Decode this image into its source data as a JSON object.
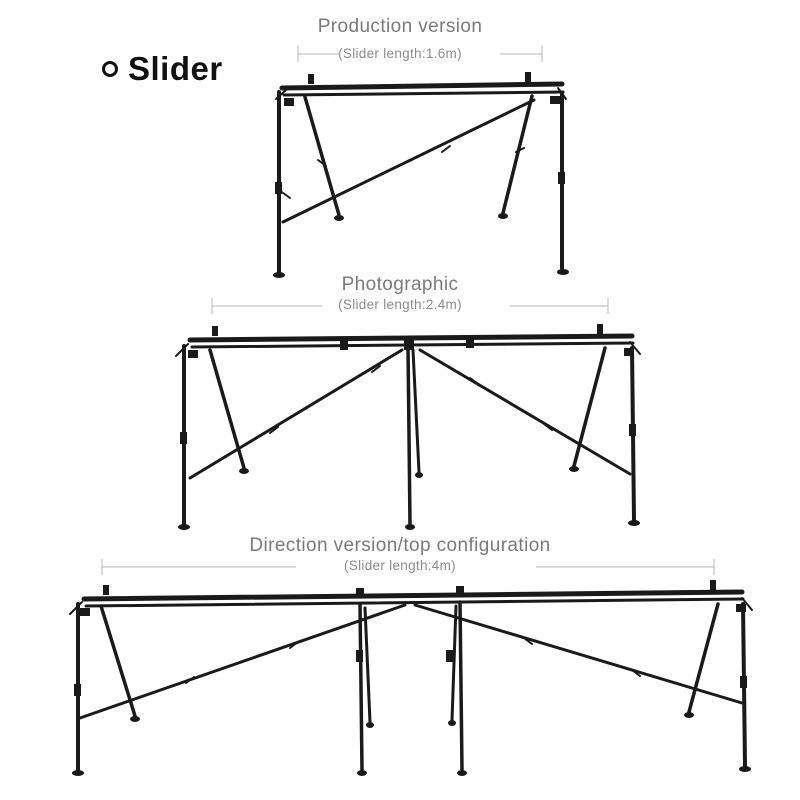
{
  "header": {
    "title": "Slider"
  },
  "sections": [
    {
      "name": "Production version",
      "length": "(Slider length:1.6m)"
    },
    {
      "name": "Photographic",
      "length": "(Slider length:2.4m)"
    },
    {
      "name": "Direction version/top configuration",
      "length": "(Slider length:4m)"
    }
  ],
  "colors": {
    "frame": "#1a1a1a",
    "label": "#7a7a7a",
    "dim_line": "#b5b5b5"
  }
}
